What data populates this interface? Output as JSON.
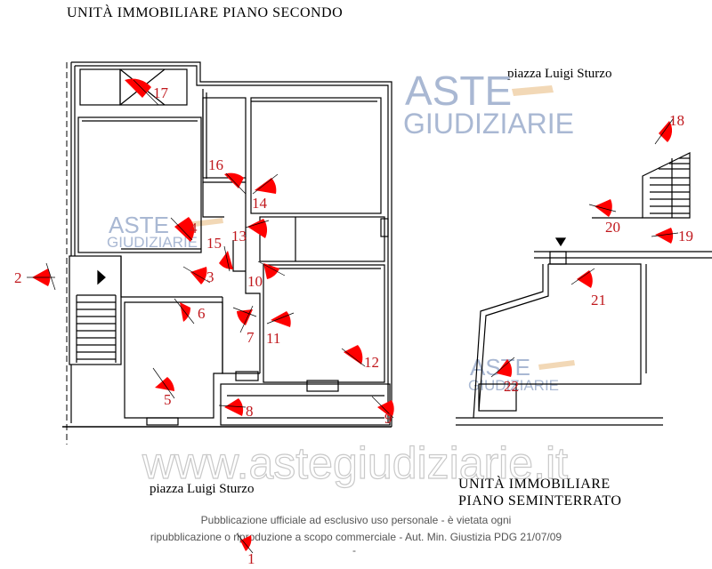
{
  "titles": {
    "upper": "UNITÀ  IMMOBILIARE  PIANO SECONDO",
    "lower_line1": "UNITÀ  IMMOBILIARE",
    "lower_line2": "PIANO SEMINTERRATO"
  },
  "streets": {
    "top_right": "piazza Luigi Sturzo",
    "bottom_left": "piazza Luigi Sturzo"
  },
  "watermarks": {
    "aste": "ASTE",
    "giudiziarie": "GIUDIZIARIE",
    "site": "www.astegiudiziarie.it"
  },
  "disclaimer": {
    "line1": "Pubblicazione ufficiale ad esclusivo uso personale - è vietata ogni",
    "line2": "ripubblicazione o riproduzione a scopo commerciale - Aut. Min. Giustizia PDG 21/07/09",
    "dash": "-"
  },
  "colors": {
    "marker_fill": "#ff0000",
    "marker_text": "#c0171c",
    "wall": "#000000",
    "watermark": "#a9b8d3",
    "gavel": "#e3a85e"
  },
  "photo_markers": [
    "1",
    "2",
    "3",
    "4",
    "5",
    "6",
    "7",
    "8",
    "9",
    "10",
    "11",
    "12",
    "13",
    "14",
    "15",
    "16",
    "17",
    "18",
    "19",
    "20",
    "21",
    "22"
  ]
}
